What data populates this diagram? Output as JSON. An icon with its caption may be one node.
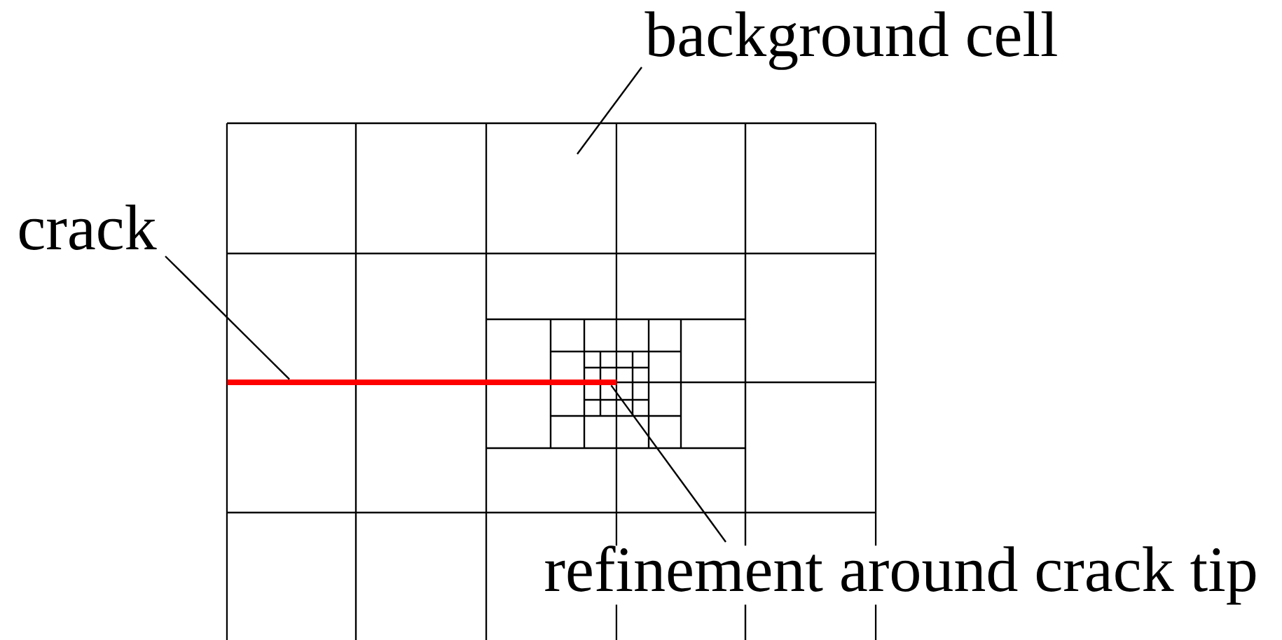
{
  "diagram": {
    "nodes": [
      {
        "text": [
          "background cell"
        ]
      },
      {
        "text": [
          "crack"
        ]
      },
      {
        "text": [],
        "shape": "line"
      },
      {
        "text": [
          "refinement around crack tip"
        ]
      }
    ],
    "edges": [
      {
        "from": 0,
        "to": null,
        "arrow": "none"
      },
      {
        "from": 1,
        "to": 2,
        "arrow": "none"
      },
      {
        "from": 3,
        "to": 2,
        "arrow": "none"
      }
    ]
  }
}
